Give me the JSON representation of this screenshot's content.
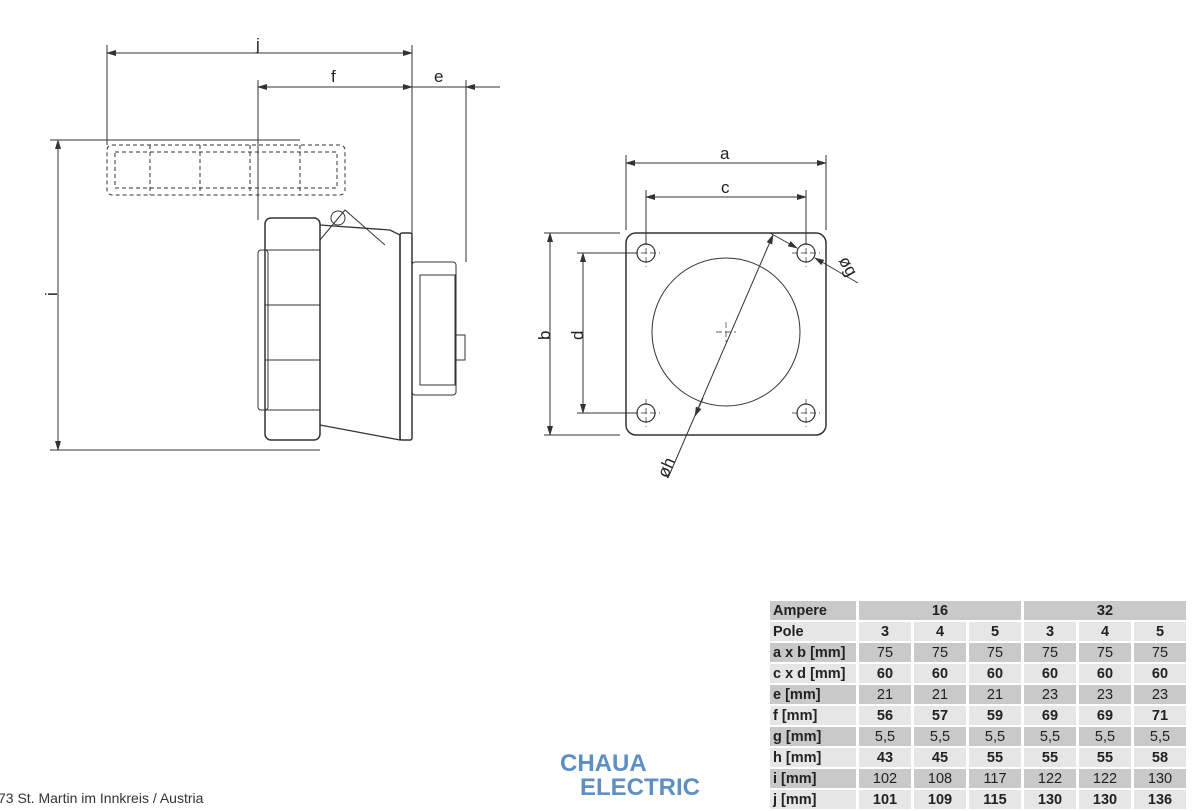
{
  "drawing": {
    "labels": {
      "j": "j",
      "f": "f",
      "e": "e",
      "i": "i",
      "a": "a",
      "c": "c",
      "b": "b",
      "d": "d",
      "g": "øg",
      "h": "øh"
    }
  },
  "table": {
    "header": {
      "label": "Ampere",
      "groups": [
        "16",
        "32"
      ]
    },
    "rows": [
      {
        "label": "Pole",
        "values": [
          "3",
          "4",
          "5",
          "3",
          "4",
          "5"
        ]
      },
      {
        "label": "a x b [mm]",
        "values": [
          "75",
          "75",
          "75",
          "75",
          "75",
          "75"
        ]
      },
      {
        "label": "c x d [mm]",
        "values": [
          "60",
          "60",
          "60",
          "60",
          "60",
          "60"
        ]
      },
      {
        "label": "e [mm]",
        "values": [
          "21",
          "21",
          "21",
          "23",
          "23",
          "23"
        ]
      },
      {
        "label": "f [mm]",
        "values": [
          "56",
          "57",
          "59",
          "69",
          "69",
          "71"
        ]
      },
      {
        "label": "g [mm]",
        "values": [
          "5,5",
          "5,5",
          "5,5",
          "5,5",
          "5,5",
          "5,5"
        ]
      },
      {
        "label": "h [mm]",
        "values": [
          "43",
          "45",
          "55",
          "55",
          "55",
          "58"
        ]
      },
      {
        "label": "i [mm]",
        "values": [
          "102",
          "108",
          "117",
          "122",
          "122",
          "130"
        ]
      },
      {
        "label": "j [mm]",
        "values": [
          "101",
          "109",
          "115",
          "130",
          "130",
          "136"
        ]
      }
    ]
  },
  "footer": {
    "address": "73 St. Martin im Innkreis / Austria"
  },
  "logo": {
    "line1": "CHAUA",
    "line2": "ELECTRIC"
  }
}
